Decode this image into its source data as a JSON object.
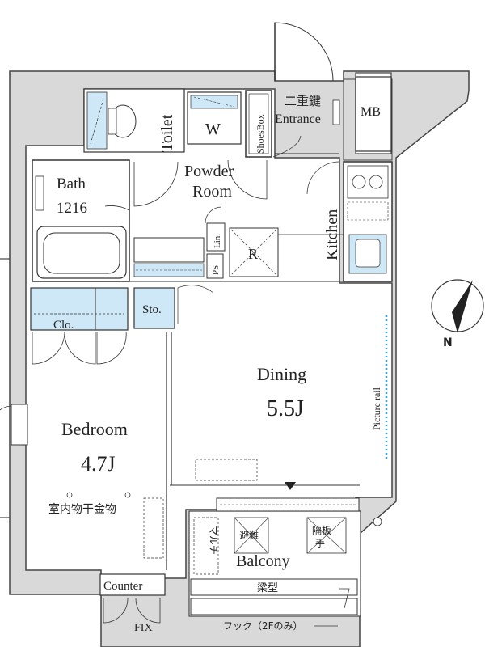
{
  "rooms": {
    "toilet": "Toilet",
    "washer": "W",
    "shoes_box": "ShoesBox",
    "entrance_lock": "二重鍵",
    "entrance": "Entrance",
    "meter_box": "MB",
    "powder_room_line1": "Powder",
    "powder_room_line2": "Room",
    "bath_line1": "Bath",
    "bath_line2": "1216",
    "kitchen": "Kitchen",
    "linen": "Lin.",
    "refrigerator": "R",
    "pipe_space": "PS",
    "storage": "Sto.",
    "closet": "Clo.",
    "dining": "Dining",
    "dining_size": "5.5J",
    "bedroom": "Bedroom",
    "bedroom_size": "4.7J",
    "indoor_drying": "室内物干金物",
    "picture_rail": "Picture rail",
    "multi_sink": "マルチ",
    "balcony": "Balcony",
    "evac_hatch": "避難",
    "partition_line1": "隔板",
    "partition_line2": "手",
    "counter": "Counter",
    "beam": "梁型",
    "fix": "FIX",
    "hook_note": "フック（2Fのみ）"
  },
  "compass": {
    "north_label": "N"
  },
  "colors": {
    "wall": "#d9d9d9",
    "wall_edge": "#444444",
    "fixture_blue": "#cfe8f7",
    "picture_rail": "#2fa3dd",
    "line": "#333333"
  }
}
